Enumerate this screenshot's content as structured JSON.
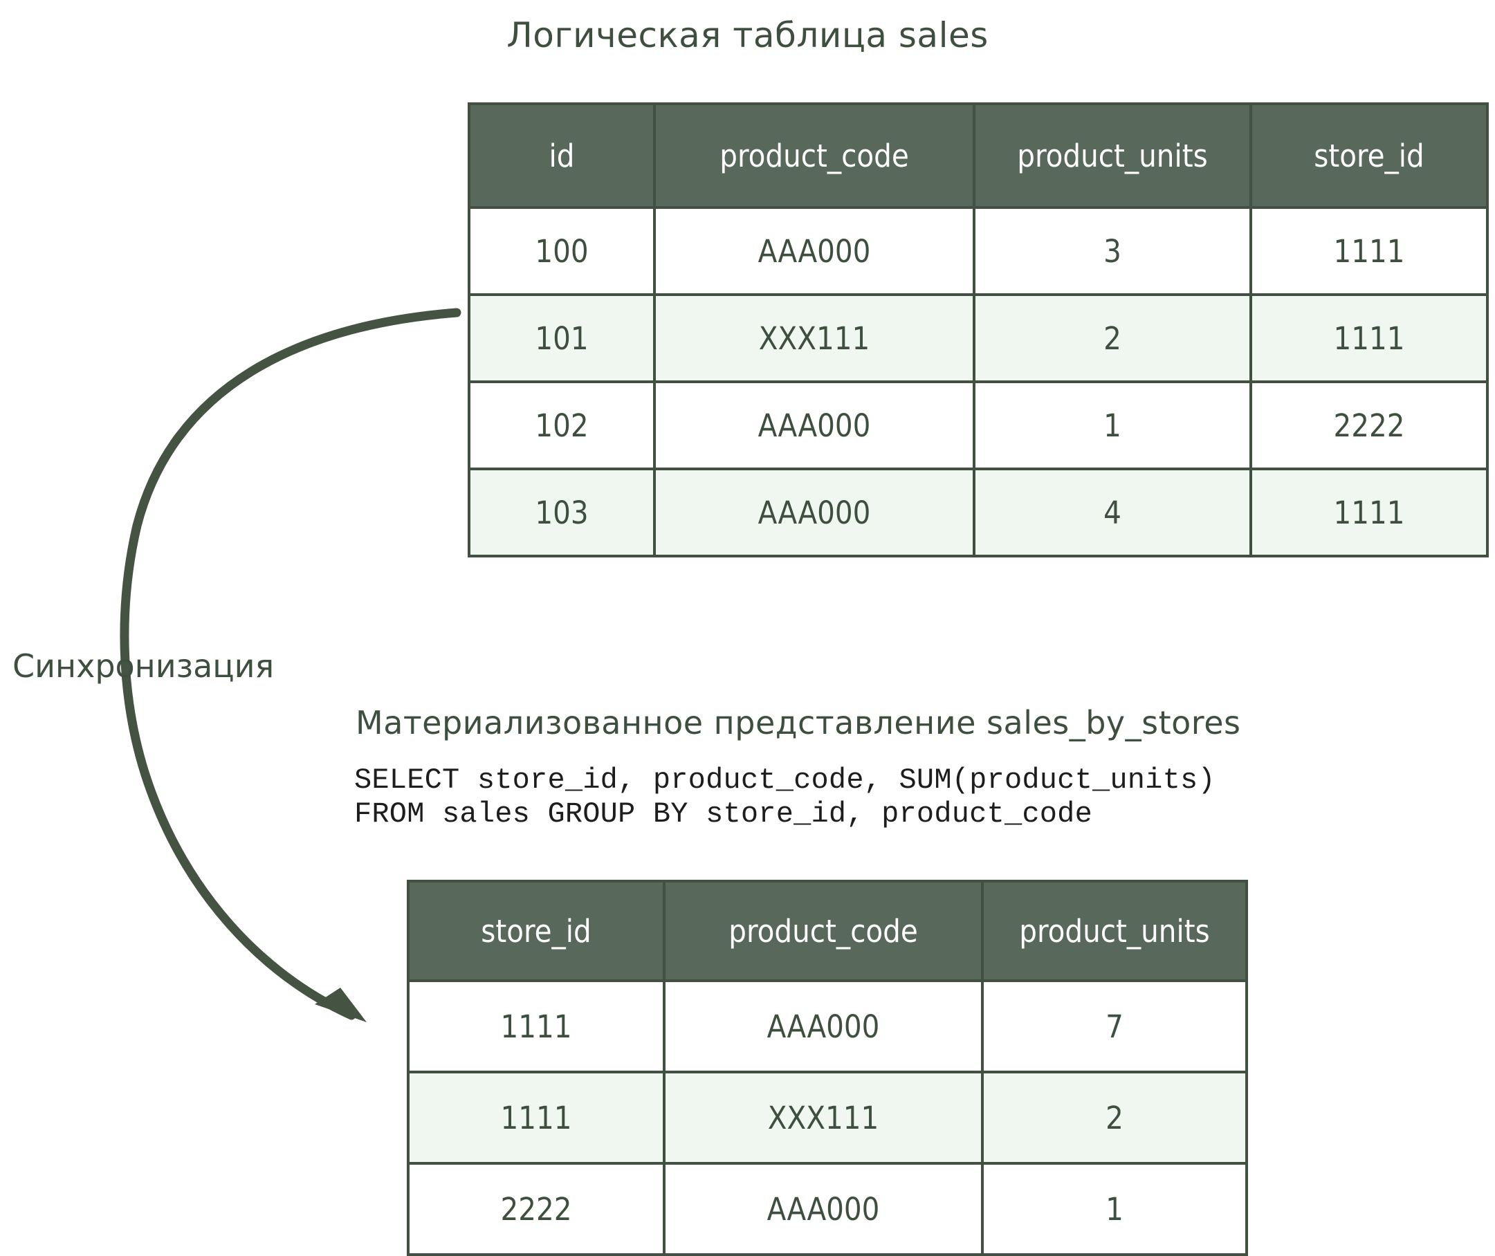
{
  "colors": {
    "ink": "#3f4f3f",
    "header_fill": "#58685b",
    "row_stripe": "#f0f7f0",
    "border": "#425041",
    "arrow": "#455442",
    "sql_text": "#1d1d1d",
    "background": "#ffffff"
  },
  "logical_table": {
    "title": "Логическая таблица sales",
    "columns": [
      "id",
      "product_code",
      "product_units",
      "store_id"
    ],
    "rows": [
      [
        "100",
        "AAA000",
        "3",
        "1111"
      ],
      [
        "101",
        "XXX111",
        "2",
        "1111"
      ],
      [
        "102",
        "AAA000",
        "1",
        "2222"
      ],
      [
        "103",
        "AAA000",
        "4",
        "1111"
      ]
    ]
  },
  "materialized_view": {
    "title": "Материализованное представление sales_by_stores",
    "sql_line1": "SELECT store_id, product_code, SUM(product_units)",
    "sql_line2": "FROM sales GROUP BY store_id, product_code",
    "columns": [
      "store_id",
      "product_code",
      "product_units"
    ],
    "rows": [
      [
        "1111",
        "AAA000",
        "7"
      ],
      [
        "1111",
        "XXX111",
        "2"
      ],
      [
        "2222",
        "AAA000",
        "1"
      ]
    ]
  },
  "arrow": {
    "label": "Синхронизация",
    "icon": "curved-arrow-icon"
  }
}
